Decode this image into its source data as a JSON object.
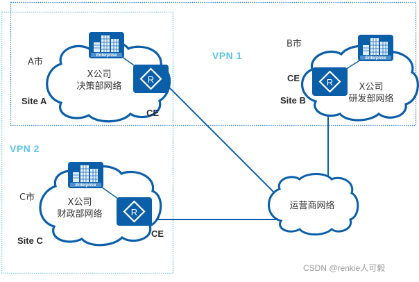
{
  "diagram": {
    "colors": {
      "primary_blue": "#0b5ea8",
      "vpn1_border": "#3d85c6",
      "vpn2_border": "#8fd0ef",
      "vpn_label": "#5bc3e8",
      "text": "#333333"
    },
    "vpn_groups": [
      {
        "id": "vpn1",
        "label": "VPN 1"
      },
      {
        "id": "vpn2",
        "label": "VPN 2"
      }
    ],
    "sites": {
      "a": {
        "city": "A市",
        "site_label": "Site A",
        "ce_label": "CE",
        "network_line1": "X公司",
        "network_line2": "决策部网络",
        "enterprise_icon_text": "Enterprise",
        "router_letter": "R"
      },
      "b": {
        "city": "B市",
        "site_label": "Site B",
        "ce_label": "CE",
        "network_line1": "X公司",
        "network_line2": "研发部网络",
        "enterprise_icon_text": "Enterprise",
        "router_letter": "R"
      },
      "c": {
        "city": "C市",
        "site_label": "Site C",
        "ce_label": "CE",
        "network_line1": "X公司",
        "network_line2": "财政部网络",
        "enterprise_icon_text": "Enterprise",
        "router_letter": "R"
      }
    },
    "isp_network": {
      "label": "运营商网络"
    },
    "links": [
      {
        "from": "site-a-ce",
        "to": "isp-network"
      },
      {
        "from": "site-b-ce",
        "to": "isp-network"
      },
      {
        "from": "site-c-ce",
        "to": "isp-network"
      }
    ]
  },
  "watermark": "CSDN @renkie人可毅"
}
